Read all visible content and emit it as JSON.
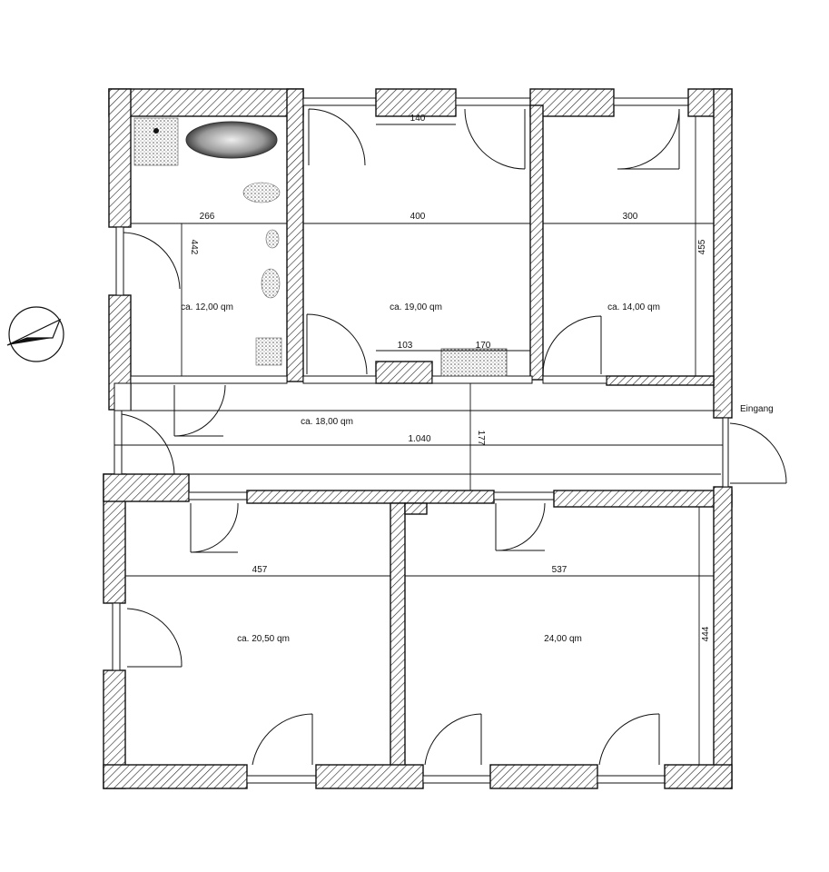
{
  "rooms": {
    "bath": "ca. 12,00 qm",
    "middle": "ca. 19,00 qm",
    "right": "ca. 14,00 qm",
    "hall": "ca. 18,00 qm",
    "bottom_left": "ca. 20,50 qm",
    "bottom_right": "24,00 qm"
  },
  "dimensions": {
    "bath_width": "266",
    "bath_depth": "442",
    "middle_width": "400",
    "middle_door_gap": "140",
    "right_width": "300",
    "right_depth": "455",
    "bottom_gap_a": "103",
    "bottom_gap_b": "170",
    "hall_length": "1.040",
    "hall_depth": "177",
    "bottom_left_width": "457",
    "bottom_right_width": "537",
    "bottom_right_depth": "444"
  },
  "labels": {
    "entrance": "Eingang"
  }
}
